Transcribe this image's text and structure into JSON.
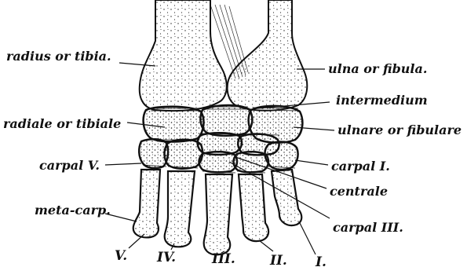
{
  "labels": {
    "radius": "radius or tibia.",
    "ulna": "ulna or fibula.",
    "intermedium": "intermedium",
    "radiale": "radiale or tibiale",
    "ulnare": "ulnare or fibulare",
    "carpal_v": "carpal V.",
    "carpal_i": "carpal I.",
    "centrale": "centrale",
    "metacarp": "meta-carp.",
    "carpal_iii": "carpal III.",
    "digit_v": "V.",
    "digit_iv": "IV.",
    "digit_iii": "III.",
    "digit_ii": "II.",
    "digit_i": "I."
  },
  "colors": {
    "ink": "#111111",
    "paper": "#ffffff"
  }
}
